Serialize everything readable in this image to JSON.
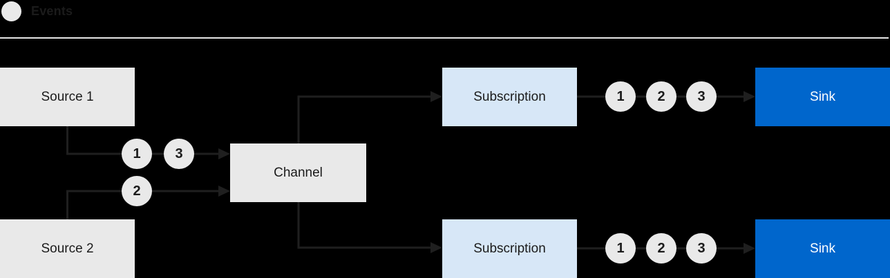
{
  "legend": {
    "label": "Events"
  },
  "nodes": {
    "source1": "Source 1",
    "source2": "Source 2",
    "channel": "Channel",
    "subscription_top": "Subscription",
    "subscription_bottom": "Subscription",
    "sink_top": "Sink",
    "sink_bottom": "Sink"
  },
  "events": {
    "source1_to_channel": [
      "1",
      "3"
    ],
    "source2_to_channel": [
      "2"
    ],
    "subscription_top_to_sink": [
      "1",
      "2",
      "3"
    ],
    "subscription_bottom_to_sink": [
      "1",
      "2",
      "3"
    ]
  },
  "colors": {
    "background": "#000000",
    "box_gray": "#e9e9e9",
    "box_light_blue": "#d7e7f7",
    "box_blue": "#0066cc",
    "event_circle_fill": "#e9e9e9",
    "connector": "#1f1f1f",
    "text_dark": "#1b1b1b",
    "text_white": "#ffffff",
    "separator": "#e6e6e6"
  }
}
